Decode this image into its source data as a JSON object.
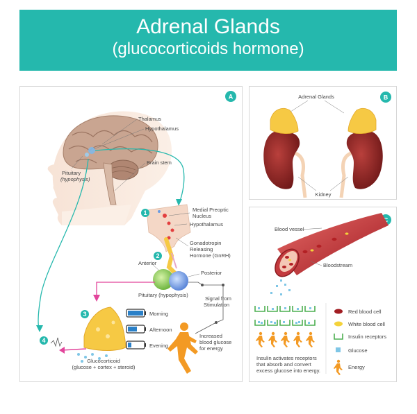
{
  "header": {
    "title": "Adrenal Glands",
    "subtitle": "(glucocorticoids hormone)"
  },
  "panel_a": {
    "badge": "A",
    "labels": {
      "thalamus": "Thalamus",
      "hypothalamus": "Hypothalamus",
      "brain_stem": "Brain stem",
      "pituitary": "Pituitary",
      "hypophysis": "(hypophysis)",
      "medial_preoptic_1": "Medial Preoptic",
      "medial_preoptic_2": "Nucleus",
      "hypothalamus_2": "Hypothalamus",
      "gonadotropin_1": "Gonadotropin",
      "gonadotropin_2": "Releasing",
      "gonadotropin_3": "Hormone (GnRH)",
      "anterior": "Anterior",
      "posterior": "Posterior",
      "pituitary_hypophysis": "Pituitary (hypophysis)",
      "signal_1": "Signal from",
      "signal_2": "Stimulation",
      "morning": "Morning",
      "afternoon": "Afternoon",
      "evening": "Evening",
      "increased_1": "Increased",
      "increased_2": "blood glucose",
      "increased_3": "for energy",
      "glucocorticoid": "Glucocorticoid",
      "glucocorticoid_sub": "(glucose + cortex + steroid)"
    },
    "steps": [
      "1",
      "2",
      "3",
      "4"
    ]
  },
  "panel_b": {
    "badge": "B",
    "adrenal_label": "Adrenal Glands",
    "kidney_label": "Kidney"
  },
  "panel_c": {
    "badge": "C",
    "blood_vessel": "Blood vessel",
    "bloodstream": "Bloodstream",
    "legend": {
      "red": "Red blood cell",
      "white": "White blood cell",
      "receptors": "Insulin receptors",
      "glucose": "Glucose",
      "energy": "Energy"
    },
    "caption_1": "Insulin activates receptors",
    "caption_2": "that absorb  and convert",
    "caption_3": "excess glucose into energy."
  },
  "colors": {
    "teal": "#25b8ad",
    "brain": "#c9a591",
    "kidney": "#8b1f1e",
    "adrenal": "#f6c944",
    "pink": "#e2459b",
    "runner": "#f39a24"
  }
}
